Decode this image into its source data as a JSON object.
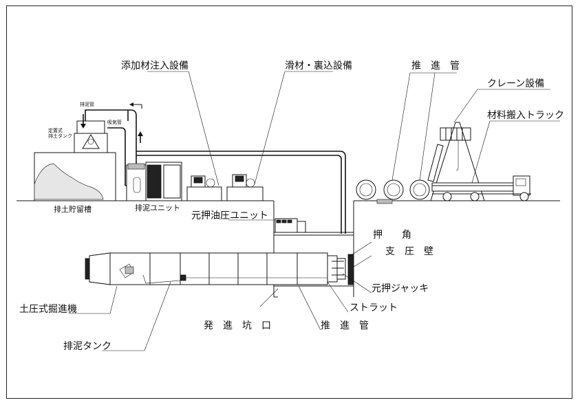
{
  "labels": {
    "additive_injection": "添加材注入設備",
    "lubricant_backfill": "滑材・裏込設備",
    "jacking_pipe_top": "推　進　管",
    "crane": "クレーン設備",
    "material_truck": "材料搬入トラック",
    "discharge_pipe": "排泥管",
    "intake_pipe": "吸気管",
    "fixed_tank": "定置式\n排土タンク",
    "soil_pit": "排土貯留槽",
    "mud_unit": "排泥ユニット",
    "hydraulic_unit": "元押油圧ユニット",
    "push_corner": "押　　角",
    "bearing_wall": "支　圧　壁",
    "main_jack": "元押ジャッキ",
    "strut": "ストラット",
    "jacking_pipe_bottom": "推　進　管",
    "launch_shaft": "発　進　坑　口",
    "machine": "土圧式掘進機",
    "mud_tank": "排泥タンク"
  }
}
